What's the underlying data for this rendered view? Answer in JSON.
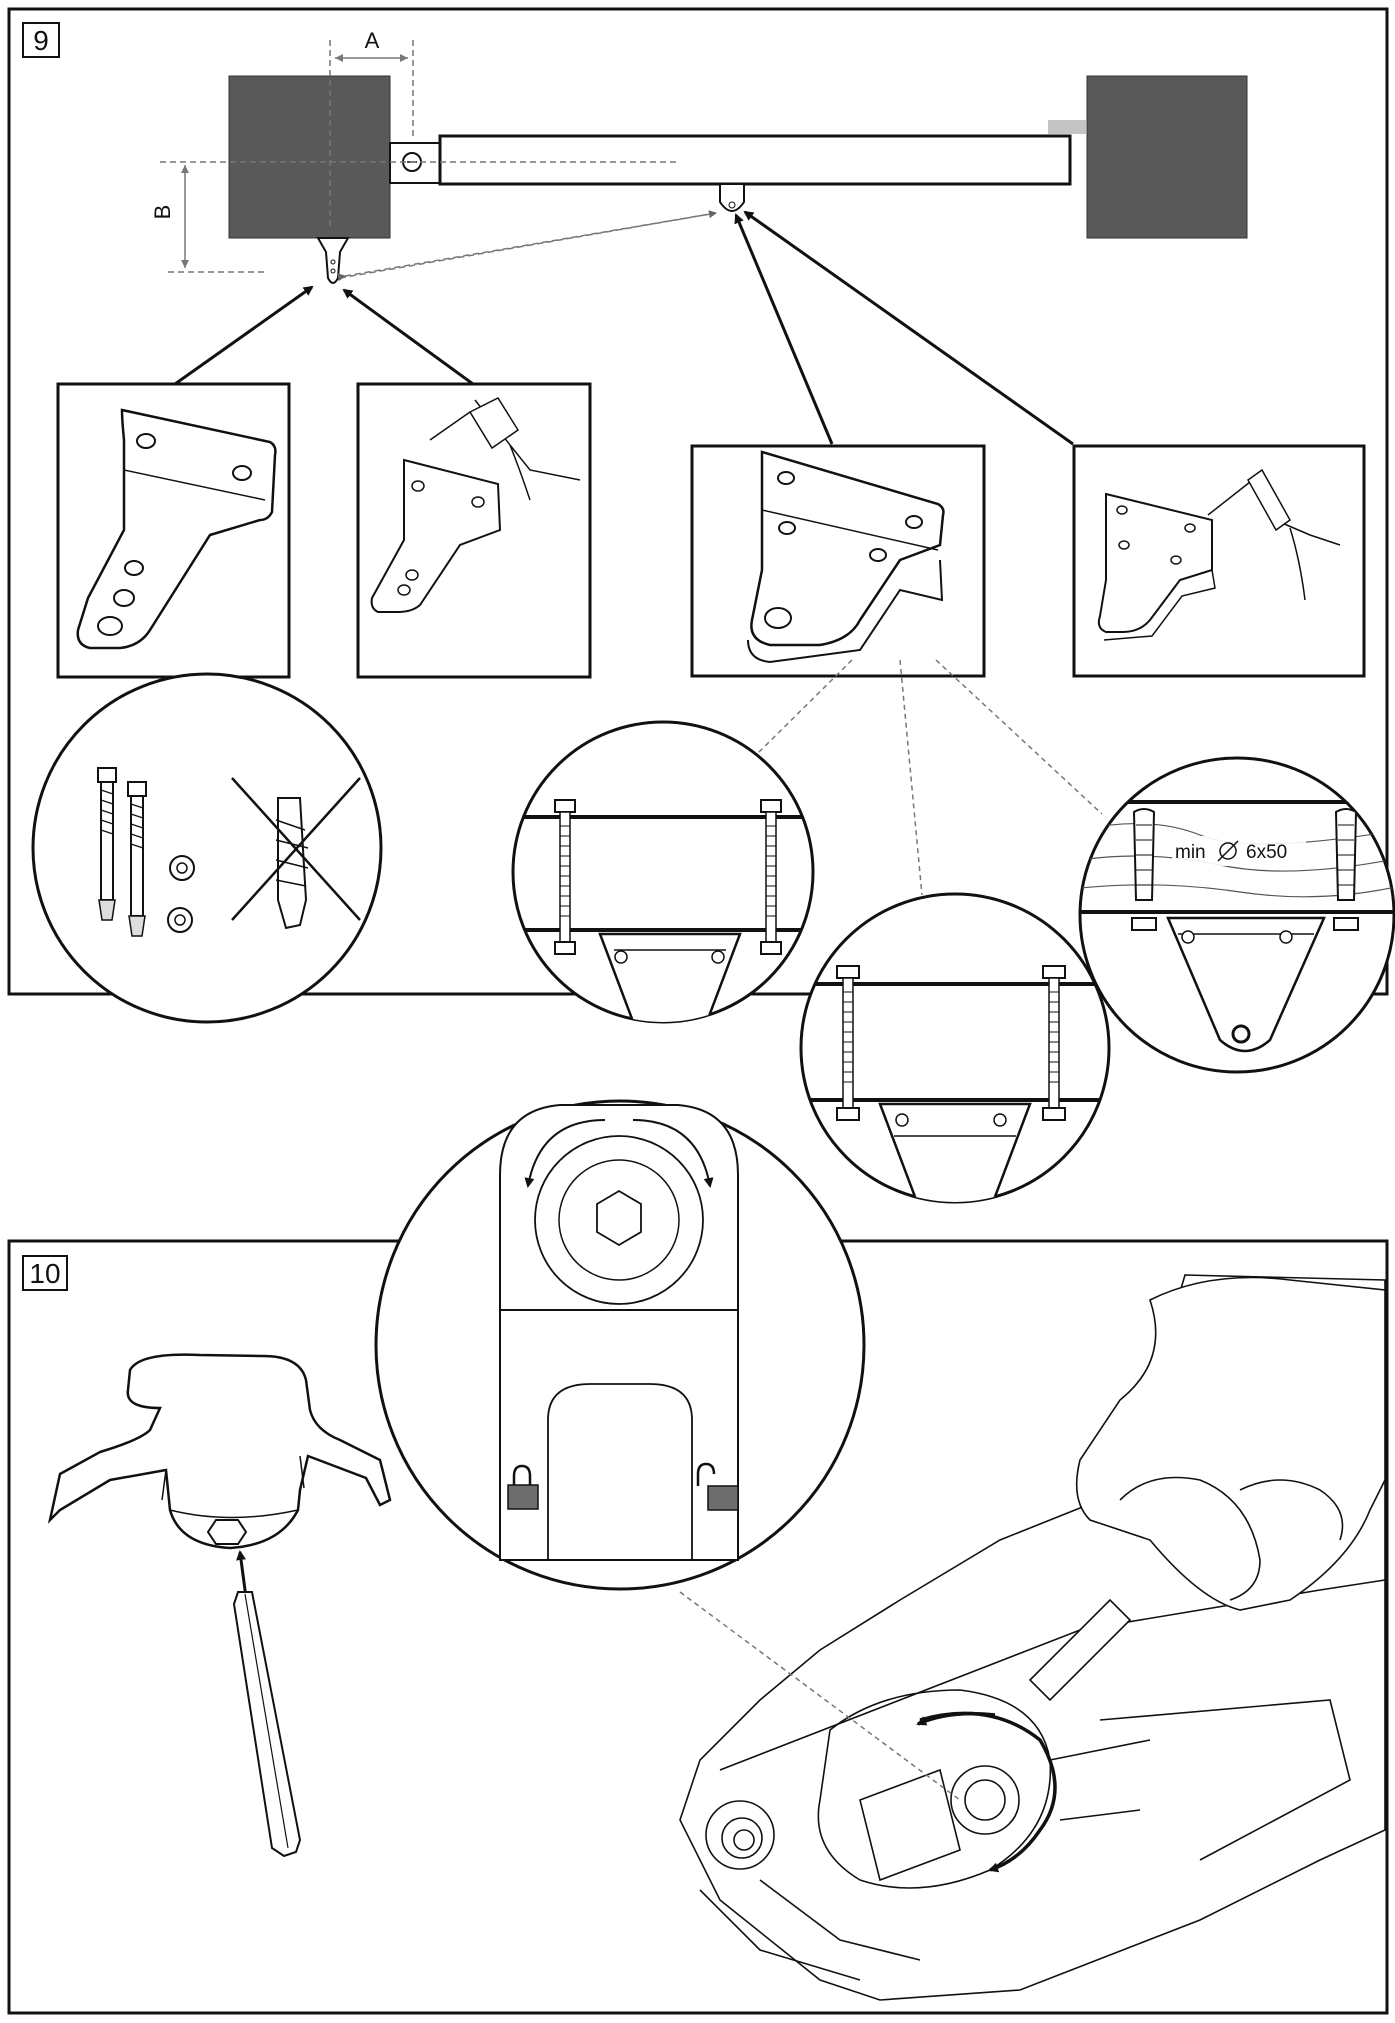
{
  "step9": {
    "number": "9",
    "dim_a": "A",
    "dim_b": "B"
  },
  "step10": {
    "number": "10"
  },
  "screw_spec": {
    "prefix": "min",
    "size": "6x50"
  },
  "colors": {
    "ink": "#111111",
    "post": "#595959",
    "padlock": "#6e6e6e",
    "gray_stub": "#c4c4c4"
  },
  "icons": [
    "arrow-icon",
    "diameter-icon",
    "hex-key-icon",
    "padlock-icon",
    "rotate-arrow-icon",
    "cross-out-icon"
  ]
}
